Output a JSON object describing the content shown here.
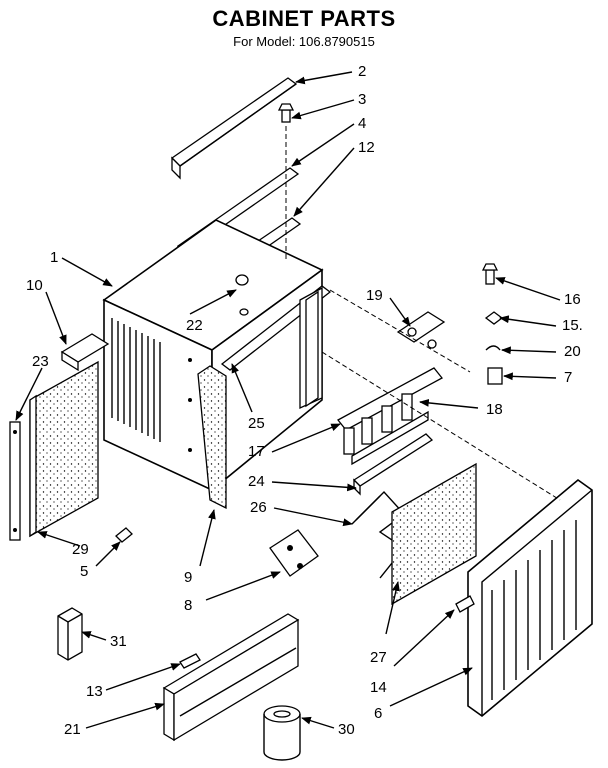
{
  "title": "CABINET PARTS",
  "subtitle": "For Model: 106.8790515",
  "callouts": {
    "c1": "1",
    "c2": "2",
    "c3": "3",
    "c4": "4",
    "c5": "5",
    "c6": "6",
    "c7": "7",
    "c8": "8",
    "c9": "9",
    "c10": "10",
    "c12": "12",
    "c13": "13",
    "c14": "14",
    "c15": "15.",
    "c16": "16",
    "c17": "17",
    "c18": "18",
    "c19": "19",
    "c20": "20",
    "c21": "21",
    "c22": "22",
    "c23": "23",
    "c24": "24",
    "c25": "25",
    "c26": "26",
    "c27": "27",
    "c29": "29",
    "c30": "30",
    "c31": "31"
  }
}
